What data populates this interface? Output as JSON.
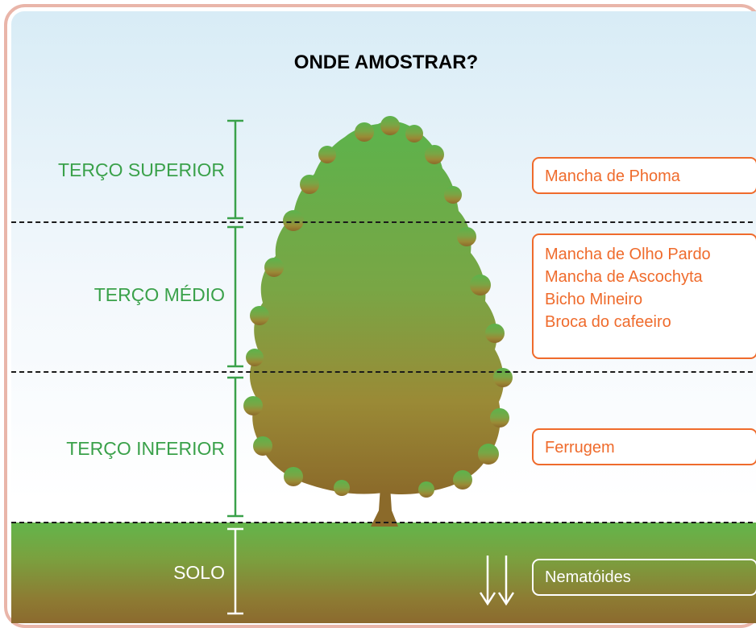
{
  "title": "ONDE AMOSTRAR?",
  "zones": {
    "superior": "TERÇO SUPERIOR",
    "medio": "TERÇO MÉDIO",
    "inferior": "TERÇO INFERIOR",
    "solo": "SOLO"
  },
  "problems": {
    "superior": [
      "Mancha de Phoma"
    ],
    "medio": [
      "Mancha de Olho Pardo",
      "Mancha de Ascochyta",
      "Bicho Mineiro",
      "Broca do cafeeiro"
    ],
    "inferior": [
      "Ferrugem"
    ],
    "solo": [
      "Nematóides"
    ]
  },
  "colors": {
    "zone_label": "#3aa14a",
    "box_border": "#ef6b2c",
    "frame": "#e9b5a9",
    "ground_top": "#63b54b",
    "ground_bottom": "#8c6a2e"
  },
  "icons": [
    "down-arrow-icon",
    "down-arrow-icon"
  ]
}
